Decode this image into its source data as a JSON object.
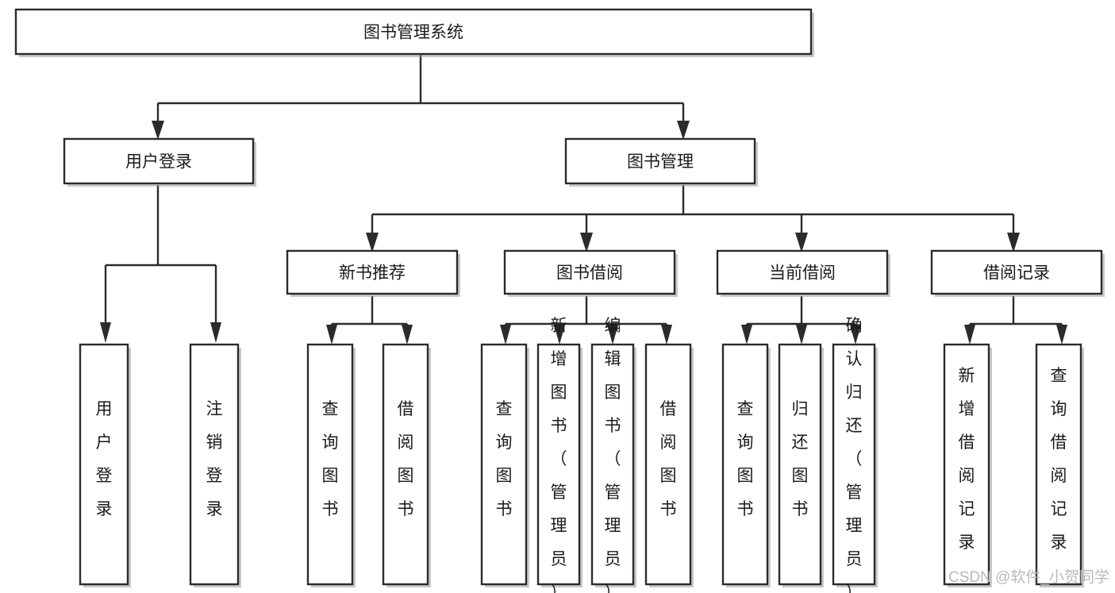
{
  "diagram": {
    "title": "图书管理系统",
    "type": "hierarchy-tree",
    "orientation": "top-down",
    "levels": 4,
    "root": {
      "id": "root",
      "label": "图书管理系统",
      "orientation": "horizontal"
    },
    "level2": [
      {
        "id": "user-login",
        "label": "用户登录",
        "orientation": "horizontal"
      },
      {
        "id": "book-manage",
        "label": "图书管理",
        "orientation": "horizontal"
      }
    ],
    "level3": [
      {
        "id": "new-book-recommend",
        "label": "新书推荐",
        "orientation": "horizontal",
        "parent": "book-manage"
      },
      {
        "id": "book-borrow",
        "label": "图书借阅",
        "orientation": "horizontal",
        "parent": "book-manage"
      },
      {
        "id": "current-borrow",
        "label": "当前借阅",
        "orientation": "horizontal",
        "parent": "book-manage"
      },
      {
        "id": "borrow-record",
        "label": "借阅记录",
        "orientation": "horizontal",
        "parent": "book-manage"
      }
    ],
    "leaves": [
      {
        "id": "leaf-user-login",
        "label": "用户登录",
        "orientation": "vertical",
        "parent": "user-login"
      },
      {
        "id": "leaf-logout",
        "label": "注销登录",
        "orientation": "vertical",
        "parent": "user-login"
      },
      {
        "id": "leaf-query-book-1",
        "label": "查询图书",
        "orientation": "vertical",
        "parent": "new-book-recommend"
      },
      {
        "id": "leaf-borrow-book-1",
        "label": "借阅图书",
        "orientation": "vertical",
        "parent": "new-book-recommend"
      },
      {
        "id": "leaf-query-book-2",
        "label": "查询图书",
        "orientation": "vertical",
        "parent": "book-borrow"
      },
      {
        "id": "leaf-add-book",
        "label": "新增图书（管理员）",
        "orientation": "vertical",
        "parent": "book-borrow"
      },
      {
        "id": "leaf-edit-book",
        "label": "编辑图书（管理员）",
        "orientation": "vertical",
        "parent": "book-borrow"
      },
      {
        "id": "leaf-borrow-book-2",
        "label": "借阅图书",
        "orientation": "vertical",
        "parent": "book-borrow"
      },
      {
        "id": "leaf-query-book-3",
        "label": "查询图书",
        "orientation": "vertical",
        "parent": "current-borrow"
      },
      {
        "id": "leaf-return-book",
        "label": "归还图书",
        "orientation": "vertical",
        "parent": "current-borrow"
      },
      {
        "id": "leaf-confirm-return",
        "label": "确认归还（管理员）",
        "orientation": "vertical",
        "parent": "current-borrow"
      },
      {
        "id": "leaf-add-record",
        "label": "新增借阅记录",
        "orientation": "vertical",
        "parent": "borrow-record"
      },
      {
        "id": "leaf-query-record",
        "label": "查询借阅记录",
        "orientation": "vertical",
        "parent": "borrow-record"
      }
    ]
  },
  "watermark": {
    "text": "CSDN @软件_小贺同学"
  },
  "colors": {
    "background": "#ffffff",
    "box_stroke": "#2b2b2b",
    "box_fill": "#ffffff",
    "connector": "#2b2b2b",
    "text": "#1a1a1a",
    "watermark": "#b9b9b9"
  }
}
